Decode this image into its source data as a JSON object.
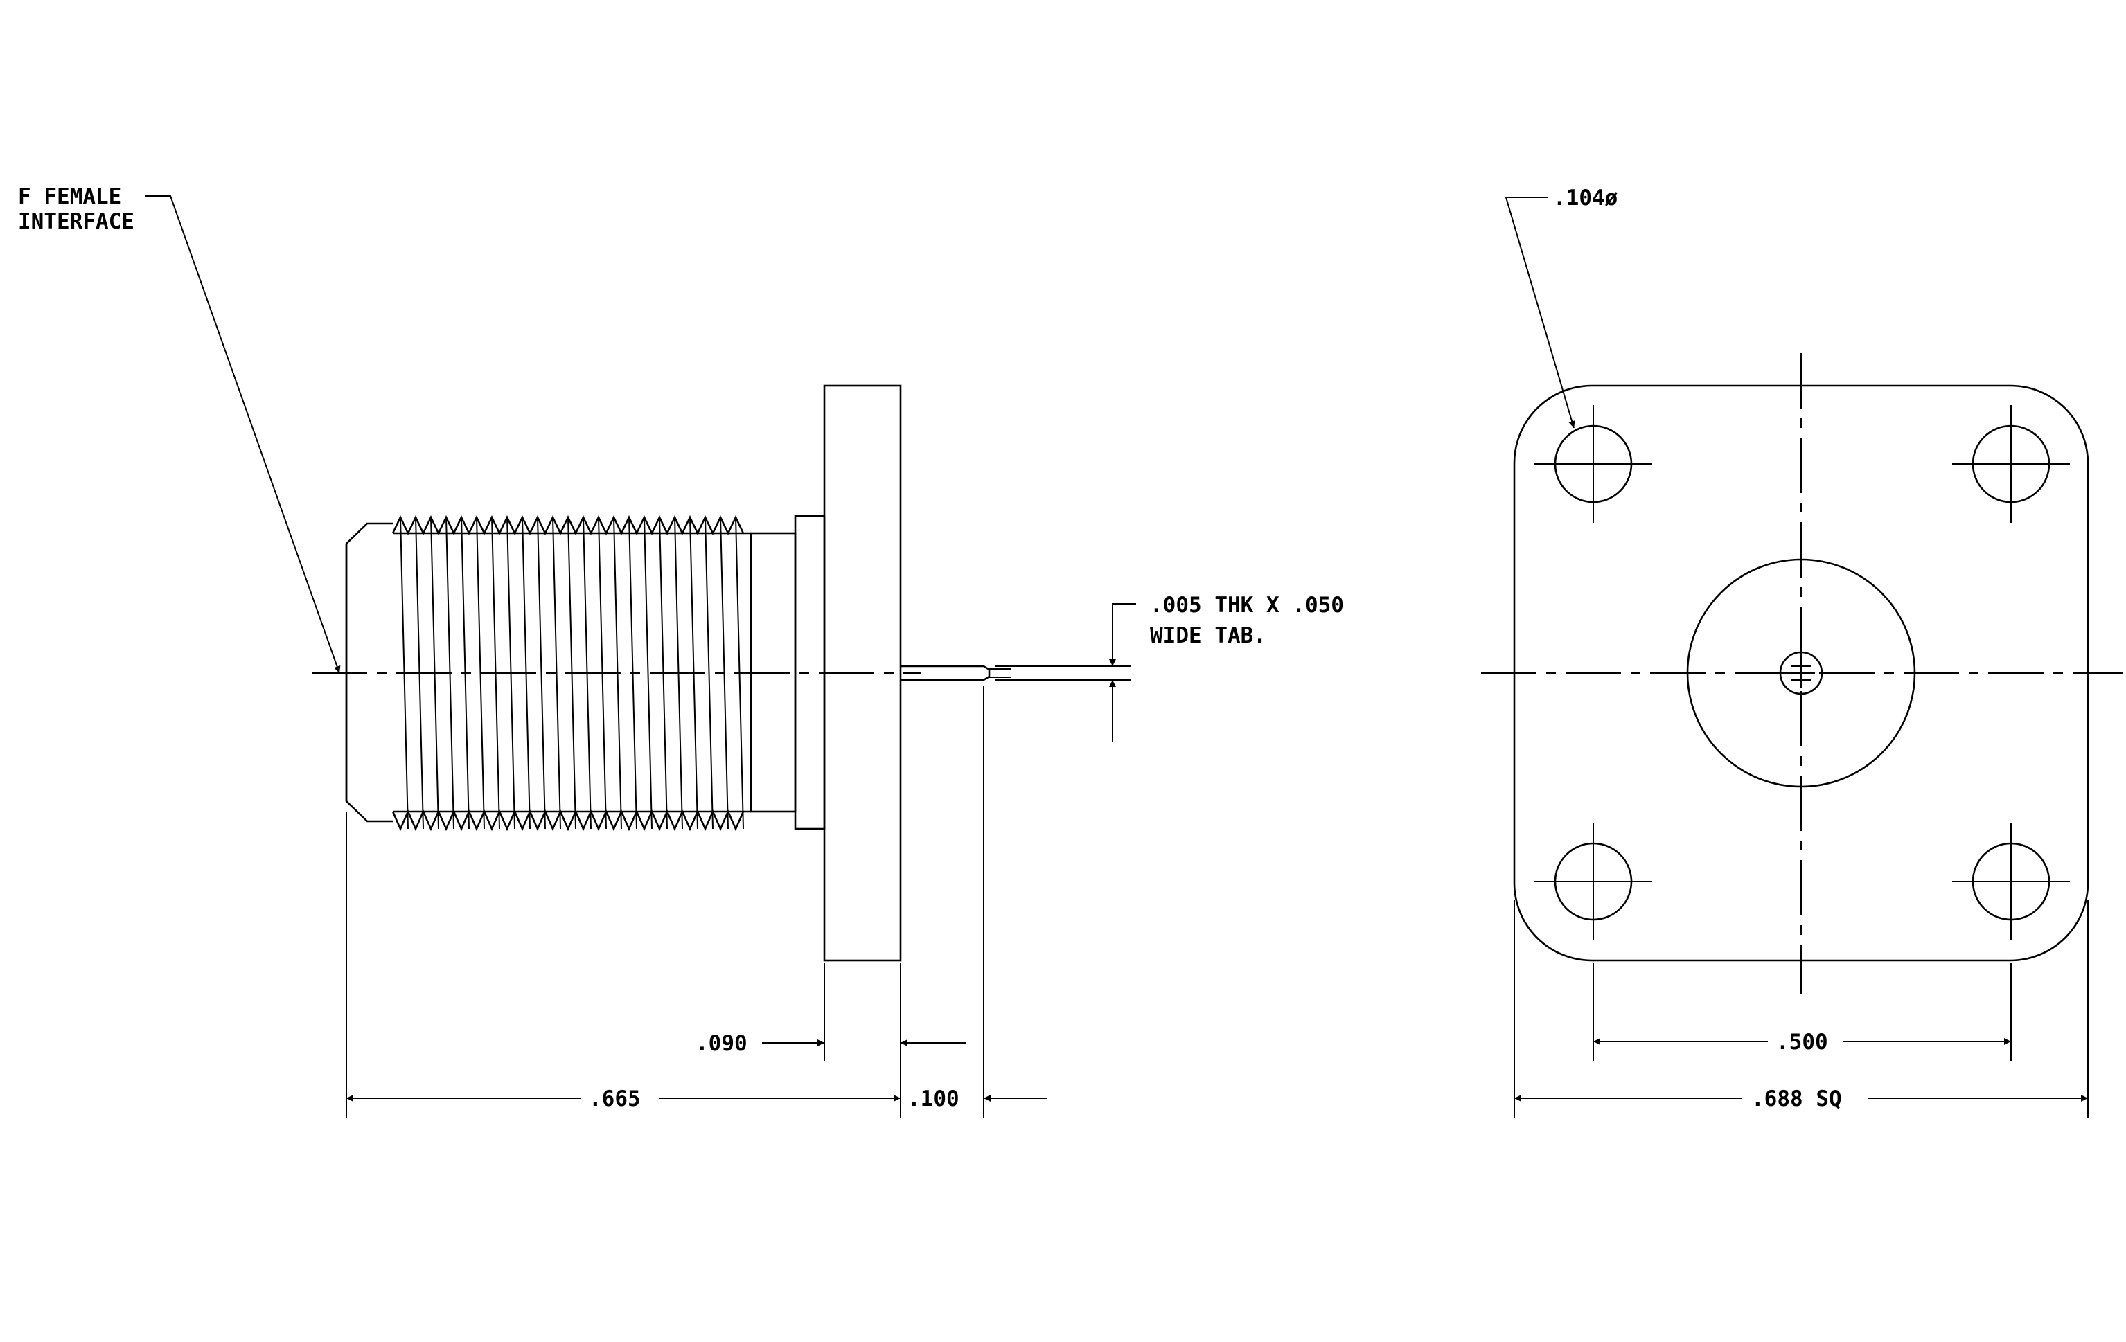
{
  "side_view": {
    "callout_interface_line1": "F FEMALE",
    "callout_interface_line2": "INTERFACE",
    "callout_tab_line1": ".005 THK X .050",
    "callout_tab_line2": "WIDE TAB.",
    "dim_flange_thickness": ".090",
    "dim_body_length": ".665",
    "dim_tab_length": ".100"
  },
  "front_view": {
    "callout_hole_diameter": ".104ø",
    "dim_hole_spacing": ".500",
    "dim_flange_square": ".688 SQ"
  }
}
